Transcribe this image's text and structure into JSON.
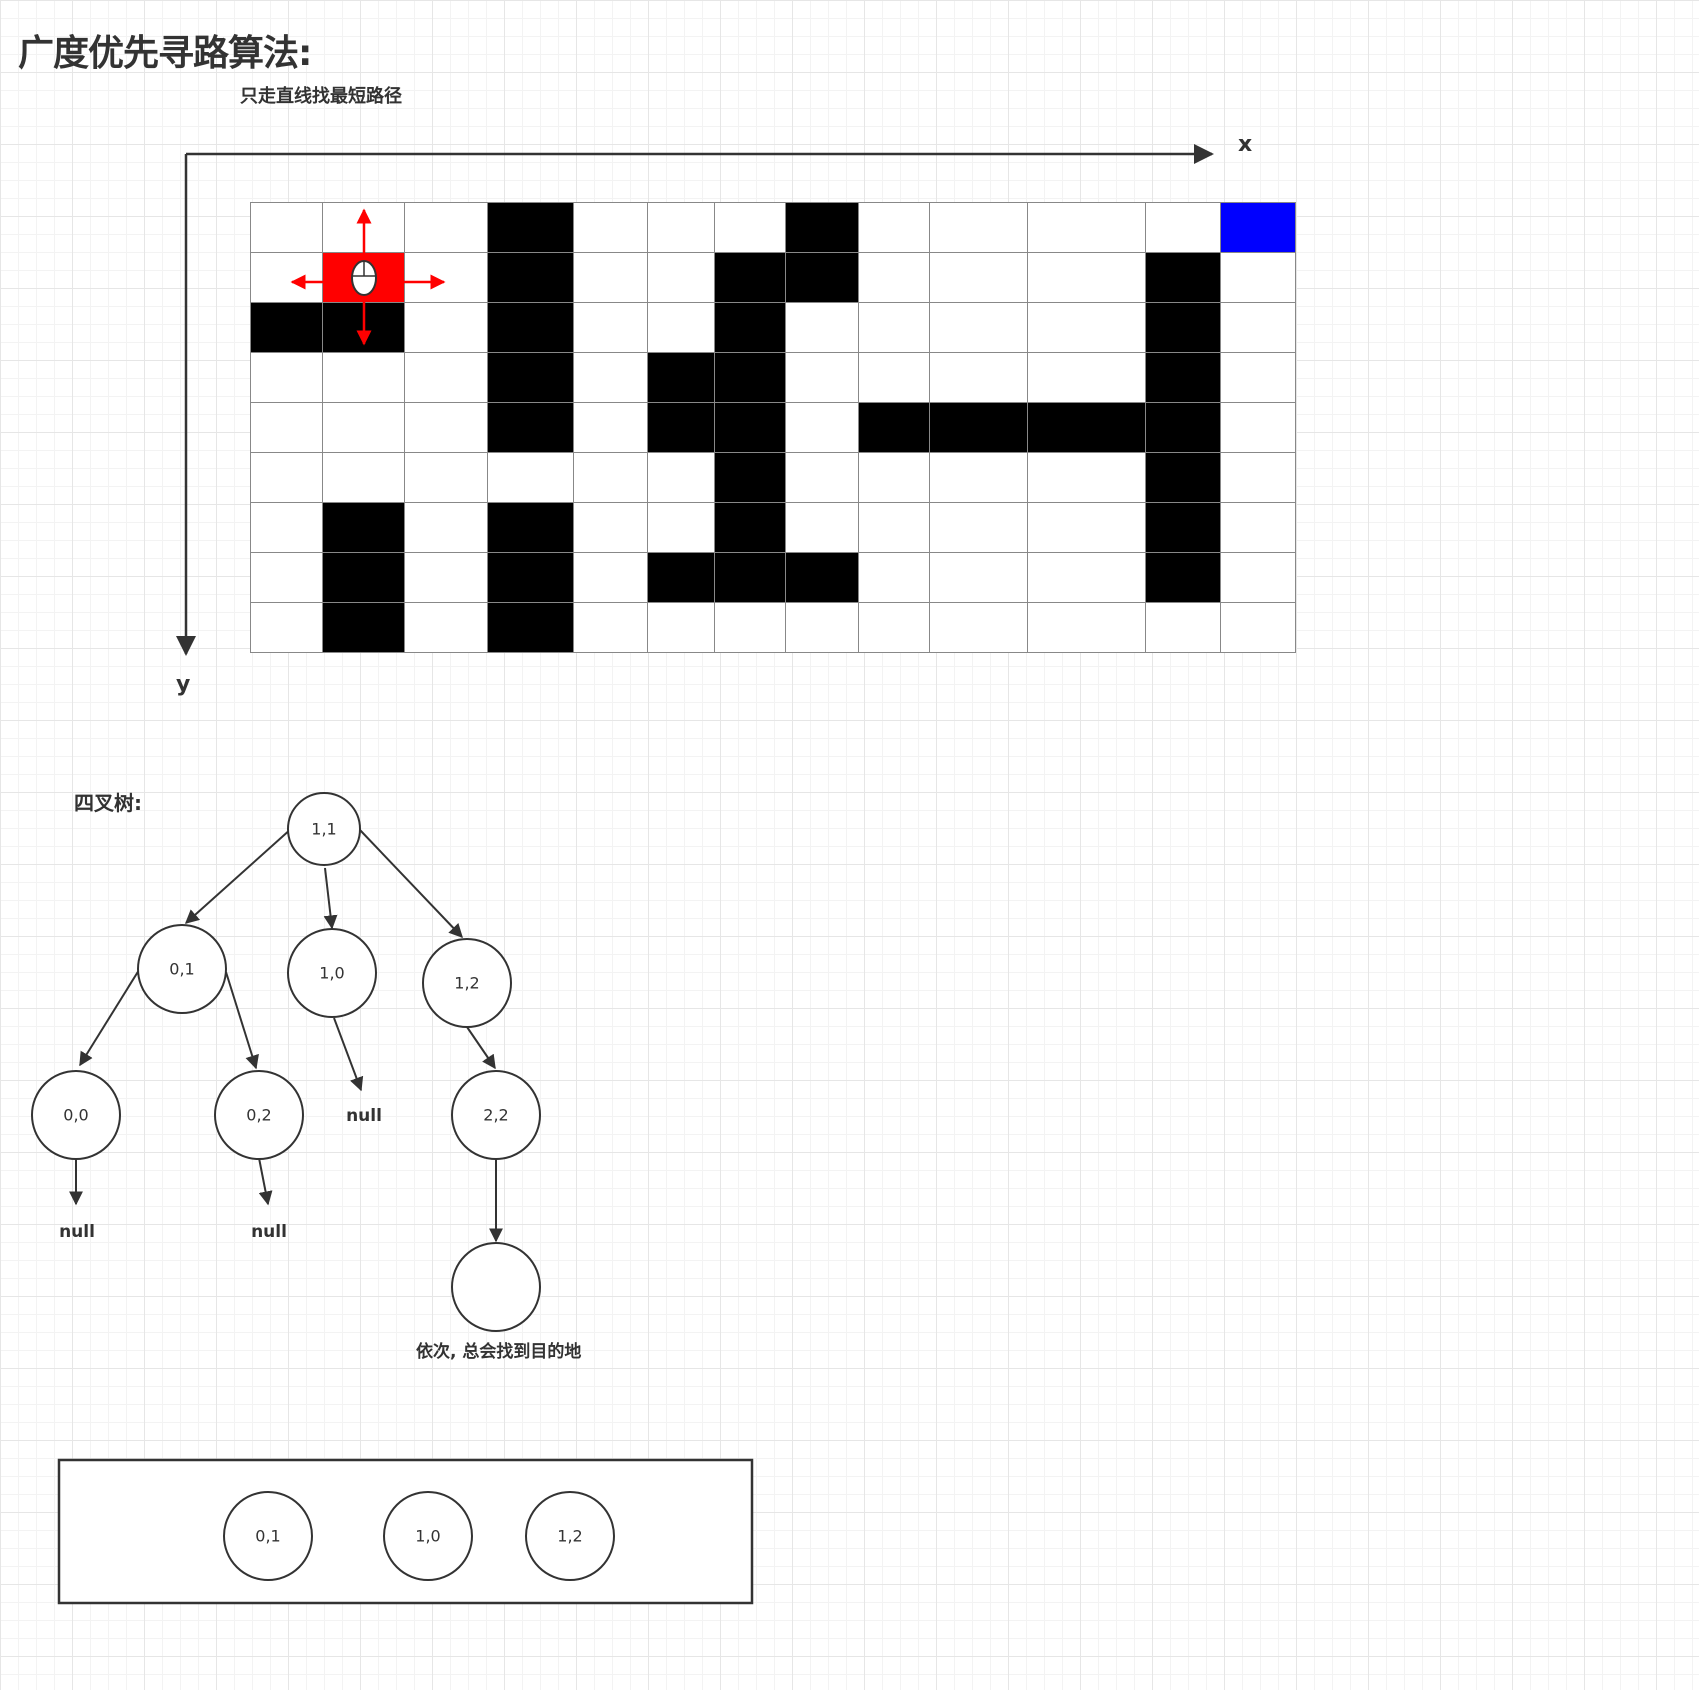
{
  "header": {
    "title": "广度优先寻路算法:",
    "subtitle": "只走直线找最短路径"
  },
  "axes": {
    "x_label": "x",
    "y_label": "y"
  },
  "maze": {
    "columns": 13,
    "rows": 9,
    "cells": [
      "...#...#....G",
      ".S.#..##...#.",
      "##.#..#....#.",
      "...#.##....#.",
      "...#.##.####.",
      "......#....#.",
      ".#.#..#....#.",
      ".#.#.###...#.",
      ".#.#........."
    ],
    "legend": {
      "#": "wall",
      "S": "start",
      "G": "goal",
      ".": "open"
    },
    "colors": {
      "wall": "#000000",
      "start": "#ff0000",
      "goal": "#0000ff",
      "open": "#ffffff",
      "arrow": "#ff0000"
    }
  },
  "tree": {
    "title": "四叉树:",
    "root": "1,1",
    "level1": [
      "0,1",
      "1,0",
      "1,2"
    ],
    "level2": [
      "0,0",
      "0,2",
      "null",
      "2,2"
    ],
    "leaves": [
      "null",
      "null",
      ""
    ],
    "caption": "依次, 总会找到目的地"
  },
  "queue": {
    "items": [
      "0,1",
      "1,0",
      "1,2"
    ]
  }
}
